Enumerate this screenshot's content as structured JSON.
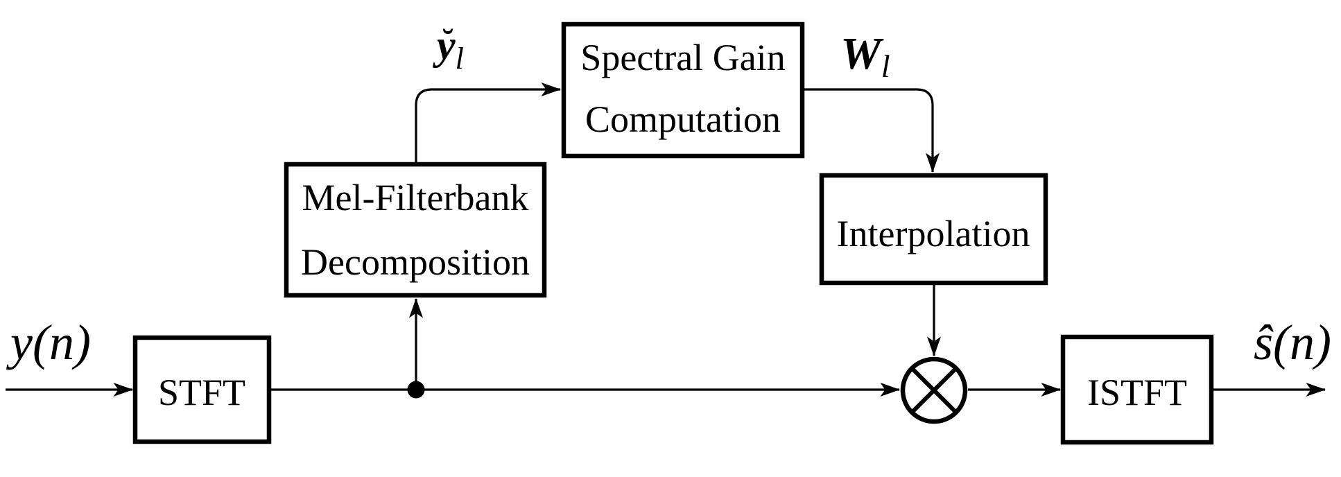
{
  "diagram": {
    "colors": {
      "ink": "#000000",
      "background": "#ffffff"
    },
    "blocks": {
      "stft": {
        "label": "STFT"
      },
      "mel_filterbank": {
        "line1": "Mel-Filterbank",
        "line2": "Decomposition"
      },
      "spectral_gain": {
        "line1": "Spectral Gain",
        "line2": "Computation"
      },
      "interpolation": {
        "label": "Interpolation"
      },
      "istft": {
        "label": "ISTFT"
      }
    },
    "signals": {
      "input": "y(n)",
      "mel_output": {
        "accent": "˘",
        "base": "y",
        "sub": "l"
      },
      "gain_output": {
        "base": "W",
        "sub": "l"
      },
      "output": "ŝ(n)"
    },
    "operator": "circle-times-multiplier"
  }
}
